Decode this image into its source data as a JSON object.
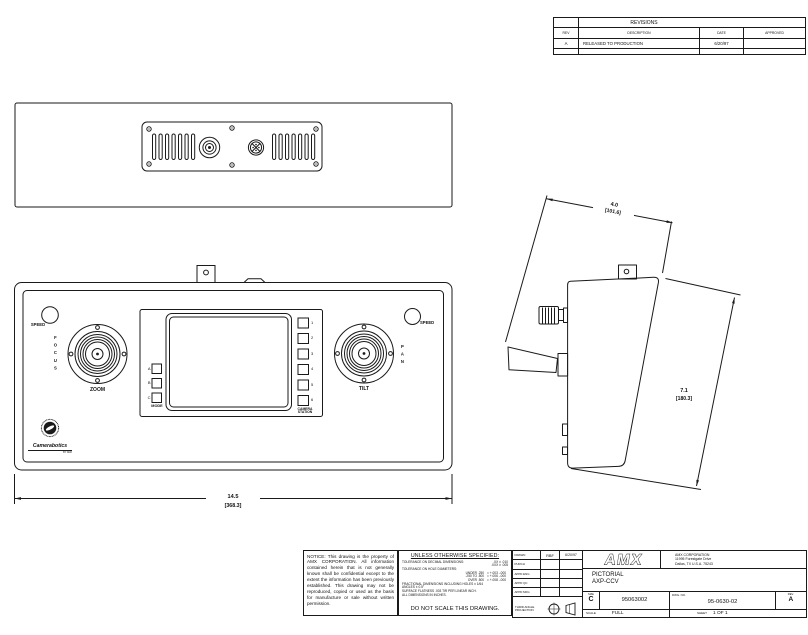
{
  "revisions": {
    "title": "REVISIONS",
    "col_rev": "REV",
    "col_description": "DESCRIPTION",
    "col_date": "DATE",
    "col_approved": "APPROVED",
    "row": {
      "rev": "A",
      "description": "RELEASED TO PRODUCTION",
      "date": "6/20/97",
      "approved": ""
    }
  },
  "front_view": {
    "speed_left_label": "SPEED",
    "speed_right_label": "SPEED",
    "focus_label": "FOCUS",
    "zoom_label": "ZOOM",
    "pan_label": "PAN",
    "tilt_label": "TILT",
    "mode_label": "MODE",
    "camera_station_label": "CAMERA\nSTATION",
    "mode_buttons": [
      "A",
      "B",
      "C"
    ],
    "station_buttons": [
      "1",
      "2",
      "3",
      "4",
      "5",
      "6"
    ],
    "logo_text": "Camerabotics",
    "logo_sub": "BY AMX",
    "width_in": "14.5",
    "width_mm": "[368.3]"
  },
  "side_view": {
    "depth_in": "4.0",
    "depth_mm": "[101.6]",
    "height_in": "7.1",
    "height_mm": "[180.3]"
  },
  "notice": {
    "text": "NOTICE: This drawing is the property of AMX CORPORATION. All information contained herein that is not generally known shall be confidential except to the extent the information has been previously established. This drawing may not be reproduced, copied or used as the basis for manufacture or sale without written permission."
  },
  "tolerances": {
    "title": "UNLESS OTHERWISE SPECIFIED:",
    "lines": [
      {
        "l": "TOLERANCE ON DECIMAL DIMENSIONS:",
        "r": ".XX ± .010"
      },
      {
        "l": "",
        "r": ".XXX ± .005"
      },
      {
        "l": "TOLERANCE ON HOLE DIAMETERS:",
        "r": ""
      },
      {
        "l": "UNDER .250",
        "r": "= +.003 -.000"
      },
      {
        "l": ".250 TO .500",
        "r": "= +.006 -.000"
      },
      {
        "l": "OVER .500",
        "r": "= +.008 -.000"
      },
      {
        "l": "FRACTIONAL DIMENSIONS INCLUDING HOLES ± 1/64",
        "r": ""
      },
      {
        "l": "ANGLES  ± 0.5°",
        "r": ""
      },
      {
        "l": "SURFACE FLATNESS .003 TIR PER LINEAR INCH.",
        "r": ""
      },
      {
        "l": "ALL DIMENSIONS IN INCHES.",
        "r": ""
      }
    ],
    "footer": "DO NOT SCALE THIS DRAWING."
  },
  "title_block": {
    "approvals": [
      {
        "label": "DRAWN",
        "value": "RBF",
        "date": "6/20/97"
      },
      {
        "label": "PURCH",
        "value": "",
        "date": ""
      },
      {
        "label": "APPD ENG",
        "value": "",
        "date": ""
      },
      {
        "label": "APPD QC",
        "value": "",
        "date": ""
      },
      {
        "label": "APPD MFG",
        "value": "",
        "date": ""
      }
    ],
    "projection_label": "THIRD ANGLE\nPROJECTION",
    "logo": "AMX",
    "company_name": "AMX CORPORATION",
    "company_addr1": "11995 Forestgate Drive",
    "company_addr2": "Dallas, TX U.S.A. 75243",
    "title_line1": "PICTORIAL",
    "title_line2": "AXP-CCV",
    "size_label": "SIZE",
    "size_value": "C",
    "fscm_value": "95063002",
    "dwg_label": "DWG. NO.",
    "dwg_value": "95-0630-02",
    "rev_label": "REV.",
    "rev_value": "A",
    "scale_label": "SCALE",
    "scale_value": "FULL",
    "sheet_label": "SHEET",
    "sheet_value": "1 OF 1"
  }
}
